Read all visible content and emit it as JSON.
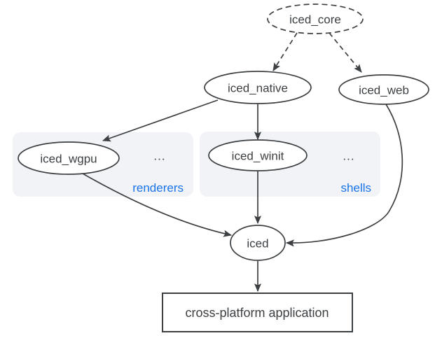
{
  "diagram": {
    "nodes": {
      "iced_core": {
        "label": "iced_core",
        "shape": "ellipse",
        "style": "dashed"
      },
      "iced_native": {
        "label": "iced_native",
        "shape": "ellipse",
        "style": "solid"
      },
      "iced_web": {
        "label": "iced_web",
        "shape": "ellipse",
        "style": "solid"
      },
      "iced_wgpu": {
        "label": "iced_wgpu",
        "shape": "ellipse",
        "style": "solid",
        "group": "renderers"
      },
      "iced_winit": {
        "label": "iced_winit",
        "shape": "ellipse",
        "style": "solid",
        "group": "shells"
      },
      "iced": {
        "label": "iced",
        "shape": "ellipse",
        "style": "solid"
      },
      "app": {
        "label": "cross-platform application",
        "shape": "rectangle",
        "style": "solid"
      }
    },
    "groups": {
      "renderers": {
        "label": "renderers",
        "ellipsis": "..."
      },
      "shells": {
        "label": "shells",
        "ellipsis": "..."
      }
    },
    "edges": [
      {
        "from": "iced_core",
        "to": "iced_native",
        "style": "dashed"
      },
      {
        "from": "iced_core",
        "to": "iced_web",
        "style": "dashed"
      },
      {
        "from": "iced_native",
        "to": "iced_wgpu",
        "style": "solid"
      },
      {
        "from": "iced_native",
        "to": "iced_winit",
        "style": "solid"
      },
      {
        "from": "iced_wgpu",
        "to": "iced",
        "style": "solid"
      },
      {
        "from": "iced_winit",
        "to": "iced",
        "style": "solid"
      },
      {
        "from": "iced_web",
        "to": "iced",
        "style": "solid"
      },
      {
        "from": "iced",
        "to": "app",
        "style": "solid"
      }
    ],
    "colors": {
      "stroke": "#3d4043",
      "text": "#3d4043",
      "group_fill": "#f1f3f7",
      "group_label": "#1a73e8",
      "node_fill": "#ffffff",
      "background": "#ffffff"
    }
  }
}
